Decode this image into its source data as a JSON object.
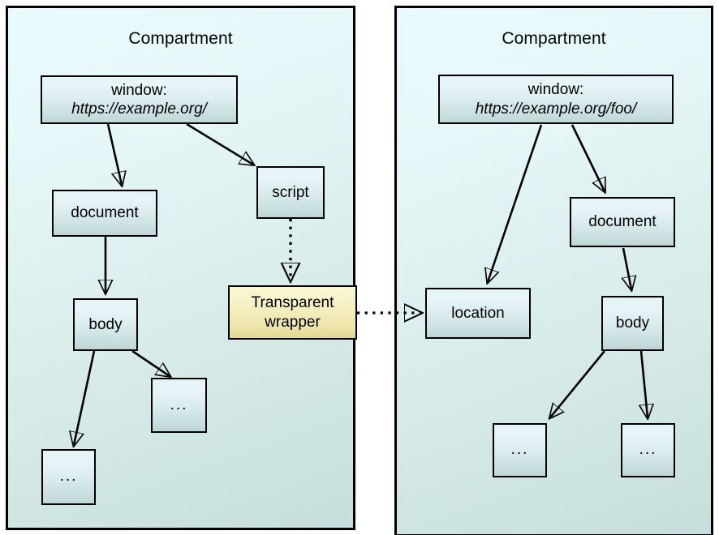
{
  "diagram": {
    "title_left": "Compartment",
    "title_right": "Compartment",
    "colors": {
      "compartment_fill": "#e4f4f4",
      "node_fill": "#dceef1",
      "wrapper_fill": "#f3ecb6",
      "stroke": "#000000"
    }
  },
  "left_compartment": {
    "label": "Compartment",
    "nodes": {
      "window": {
        "line1": "window:",
        "line2": "https://example.org/"
      },
      "document": {
        "label": "document"
      },
      "script": {
        "label": "script"
      },
      "body": {
        "label": "body"
      },
      "wrapper": {
        "line1": "Transparent",
        "line2": "wrapper"
      },
      "child_a": {
        "label": "..."
      },
      "child_b": {
        "label": "..."
      }
    }
  },
  "right_compartment": {
    "label": "Compartment",
    "nodes": {
      "window": {
        "line1": "window:",
        "line2": "https://example.org/foo/"
      },
      "location": {
        "label": "location"
      },
      "document": {
        "label": "document"
      },
      "body": {
        "label": "body"
      },
      "child_a": {
        "label": "..."
      },
      "child_b": {
        "label": "..."
      }
    }
  },
  "edges": [
    {
      "from": "left.window",
      "to": "left.document",
      "style": "solid"
    },
    {
      "from": "left.window",
      "to": "left.script",
      "style": "solid"
    },
    {
      "from": "left.document",
      "to": "left.body",
      "style": "solid"
    },
    {
      "from": "left.body",
      "to": "left.child_b",
      "style": "solid"
    },
    {
      "from": "left.body",
      "to": "left.child_a",
      "style": "solid"
    },
    {
      "from": "left.script",
      "to": "left.wrapper",
      "style": "dotted"
    },
    {
      "from": "left.wrapper",
      "to": "right.location",
      "style": "dotted"
    },
    {
      "from": "right.window",
      "to": "right.location",
      "style": "solid"
    },
    {
      "from": "right.window",
      "to": "right.document",
      "style": "solid"
    },
    {
      "from": "right.document",
      "to": "right.body",
      "style": "solid"
    },
    {
      "from": "right.body",
      "to": "right.child_a",
      "style": "solid"
    },
    {
      "from": "right.body",
      "to": "right.child_b",
      "style": "solid"
    }
  ]
}
